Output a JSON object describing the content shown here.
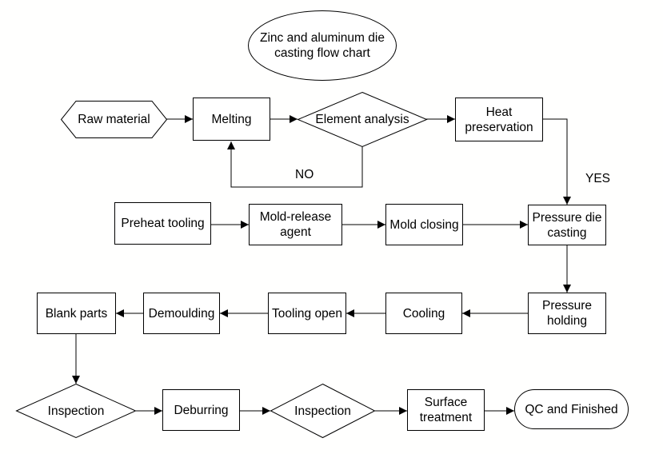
{
  "title": "Zinc and aluminum die\ncasting flow chart",
  "nodes": {
    "raw_material": "Raw material",
    "melting": "Melting",
    "element_analysis": "Element analysis",
    "heat_preservation": "Heat\npreservation",
    "preheat_tooling": "Preheat tooling",
    "mold_release_agent": "Mold-release\nagent",
    "mold_closing": "Mold closing",
    "pressure_die_casting": "Pressure die\ncasting",
    "pressure_holding": "Pressure\nholding",
    "cooling": "Cooling",
    "tooling_open": "Tooling open",
    "demoulding": "Demoulding",
    "blank_parts": "Blank parts",
    "inspection_1": "Inspection",
    "deburring": "Deburring",
    "inspection_2": "Inspection",
    "surface_treatment": "Surface\ntreatment",
    "qc_finished": "QC and Finished"
  },
  "edge_labels": {
    "no": "NO",
    "yes": "YES"
  }
}
